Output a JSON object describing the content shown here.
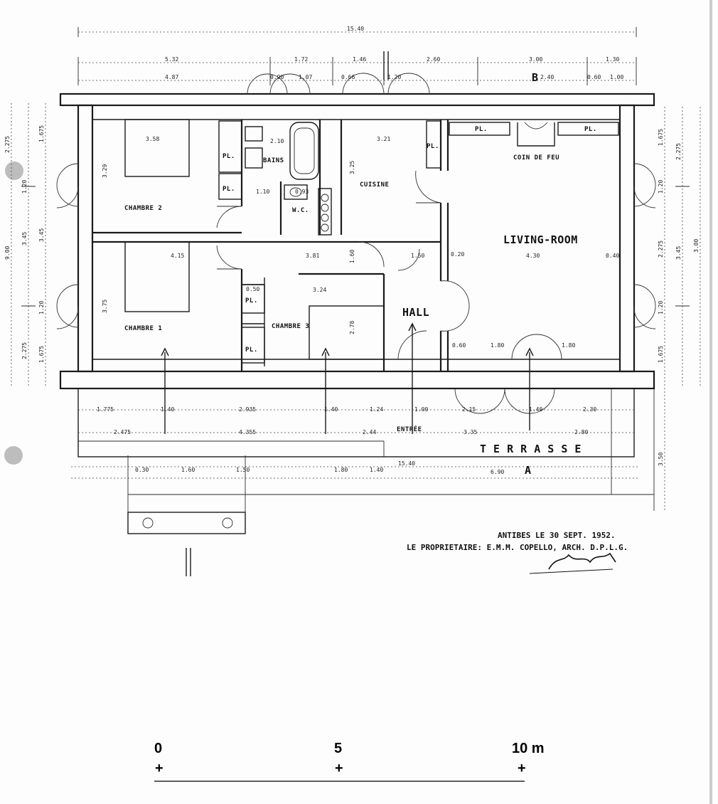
{
  "rooms": {
    "chambre2": "CHAMBRE 2",
    "chambre1": "CHAMBRE 1",
    "chambre3": "CHAMBRE 3",
    "bains": "BAINS",
    "wc": "W.C.",
    "cuisine": "CUISINE",
    "hall": "HALL",
    "living": "LIVING-ROOM",
    "coin_feu": "COIN DE FEU",
    "entree": "ENTRÉE",
    "terrasse": "T E R R A S S E",
    "pl": "PL."
  },
  "section_marks": {
    "a": "A",
    "b": "B"
  },
  "dimensions": {
    "overall_top": "15.40",
    "overall_bottom": "15.40",
    "top_row1": [
      "5.32",
      "1.72",
      "1.46",
      "2.60",
      "3.00",
      "1.30"
    ],
    "top_row2": [
      "4.87",
      "0.90",
      "1.07",
      "0.66",
      "1.20",
      "2.40",
      "0.60",
      "1.00"
    ],
    "bottom_row1": [
      "1.775",
      "1.40",
      "2.935",
      "1.40",
      "1.24",
      "1.00",
      "2.15",
      "1.40",
      "2.30"
    ],
    "bottom_row2": [
      "2.475",
      "4.355",
      "2.44",
      "3.35",
      "2.80"
    ],
    "bottom_row3": [
      "0.30",
      "1.60",
      "1.50",
      "1.80",
      "1.40",
      "6.90"
    ],
    "left_col": [
      "2.275",
      "1.20",
      "1.675",
      "1.20",
      "2.275",
      "1.675"
    ],
    "left_total": [
      "9.00",
      "3.45",
      "3.45"
    ],
    "right_col": [
      "1.675",
      "1.20",
      "2.275",
      "1.20",
      "1.675"
    ],
    "right_total": [
      "2.275",
      "3.45",
      "3.00",
      "3.50"
    ],
    "interior": [
      "3.58",
      "2.10",
      "3.29",
      "1.10",
      "0.93",
      "3.25",
      "3.21",
      "4.15",
      "3.81",
      "1.50",
      "4.30",
      "3.24",
      "2.78",
      "1.60",
      "3.75",
      "0.50",
      "1.80",
      "1.80",
      "0.60",
      "0.20",
      "0.40"
    ]
  },
  "annotation": {
    "line1": "ANTIBES LE 30 SEPT. 1952.",
    "line2": "LE PROPRIETAIRE: E.M.M. COPELLO, ARCH. D.P.L.G."
  },
  "scale_bar": {
    "labels": [
      "0",
      "5",
      "10 m"
    ],
    "ticks": [
      "+",
      "+",
      "+"
    ]
  },
  "colors": {
    "ink": "#1a1a1a",
    "paper": "#fdfdfd",
    "punch_hole": "#bdbdbd"
  }
}
